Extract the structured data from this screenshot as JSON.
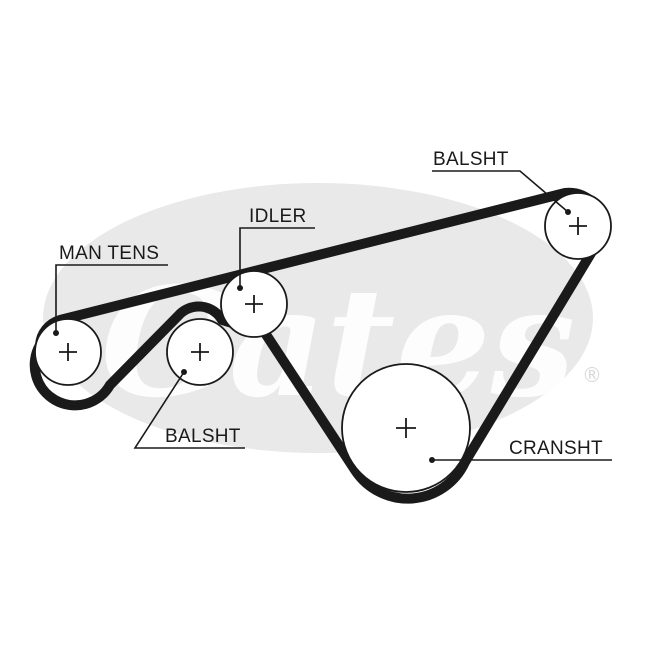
{
  "labels": {
    "man_tens": "MAN TENS",
    "idler": "IDLER",
    "balsht_top": "BALSHT",
    "balsht_bottom": "BALSHT",
    "cransht": "CRANSHT"
  },
  "watermark": {
    "text": "Gates",
    "registered_mark": "®"
  },
  "colors": {
    "line": "#1a1a1a",
    "watermark": "#e6e6e6",
    "background": "#ffffff"
  },
  "icons": {
    "pulley_center": "plus-crosshair"
  }
}
